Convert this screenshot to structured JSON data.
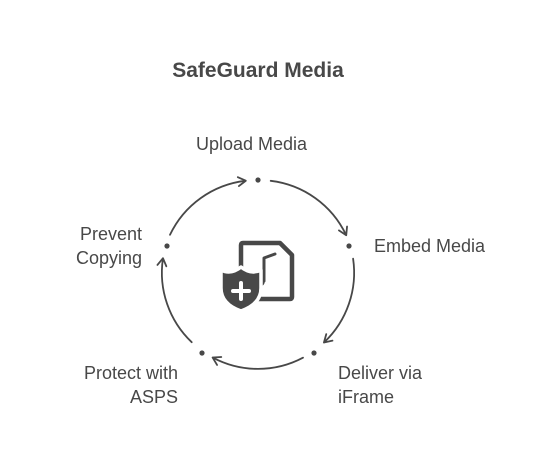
{
  "diagram": {
    "title": "SafeGuard Media",
    "steps": [
      {
        "label": "Upload Media"
      },
      {
        "label": "Embed Media"
      },
      {
        "label": "Deliver via iFrame"
      },
      {
        "label": "Protect with ASPS"
      },
      {
        "label": "Prevent Copying"
      }
    ],
    "center_icon": "shielded-media-file-icon",
    "colors": {
      "stroke": "#484848",
      "text": "#484848",
      "background": "#ffffff"
    }
  }
}
